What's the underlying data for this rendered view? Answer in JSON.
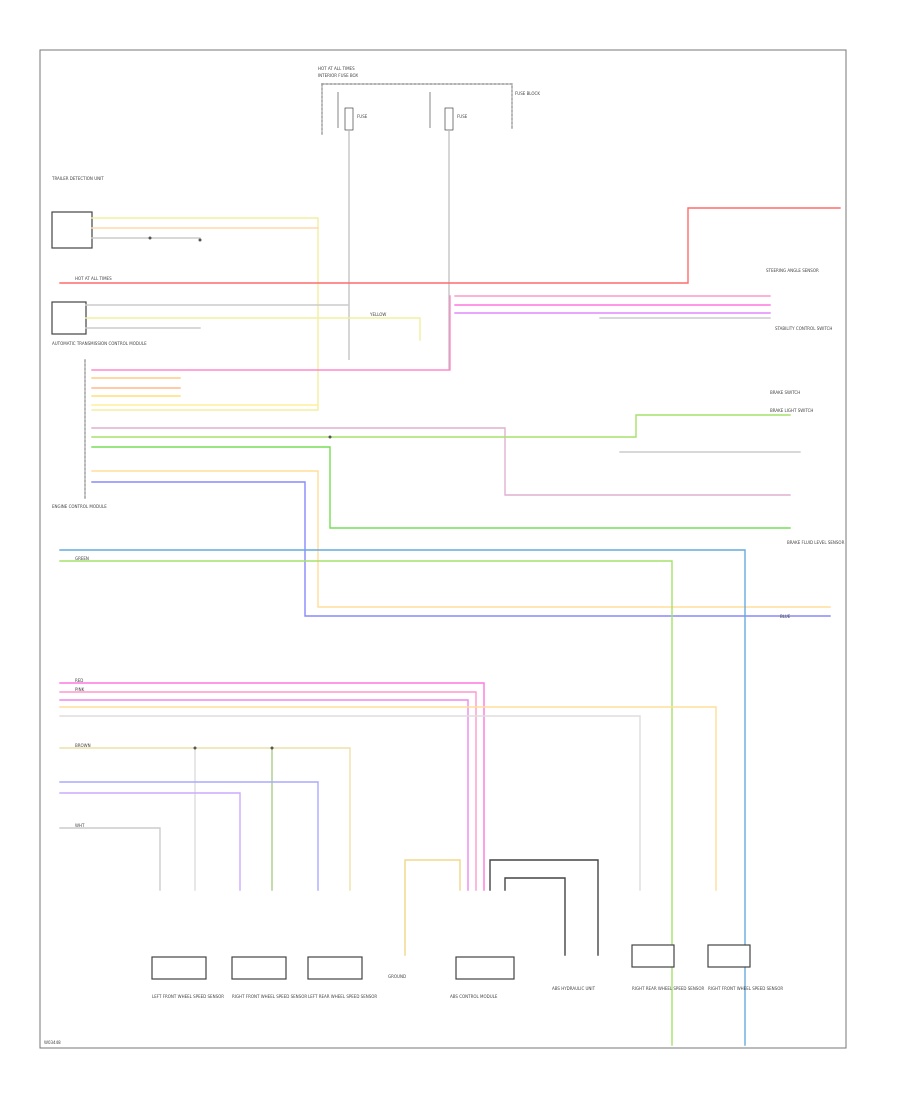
{
  "diagram": {
    "page_ref": "W03448",
    "power_label": "HOT AT ALL TIMES",
    "wire_labels": {
      "hot_at_all_times": "HOT AT ALL TIMES",
      "yellow": "YELLOW",
      "green": "GREEN",
      "brown": "BROWN",
      "blue": "BLUE",
      "red": "RED",
      "pink": "PINK",
      "wht": "WHT"
    },
    "components": {
      "interior_fuse_box": "INTERIOR FUSE BOX",
      "fuse_a": "FUSE",
      "fuse_b": "FUSE",
      "fuse_note": "FUSE BLOCK",
      "trailer_ecu": "TRAILER DETECTION UNIT",
      "auto_trans": "AUTOMATIC TRANSMISSION CONTROL MODULE",
      "engine_ecu": "ENGINE CONTROL MODULE",
      "steering_sensor": "STEERING ANGLE SENSOR",
      "brake_switch": "BRAKE SWITCH",
      "brake_light": "BRAKE LIGHT SWITCH",
      "brake_fluid": "BRAKE FLUID LEVEL SENSOR",
      "left_front_sensor": "LEFT FRONT WHEEL SPEED SENSOR",
      "right_front_sensor": "RIGHT FRONT WHEEL SPEED SENSOR",
      "left_rear_sensor": "LEFT REAR WHEEL SPEED SENSOR",
      "right_rear_sensor": "RIGHT REAR WHEEL SPEED SENSOR",
      "abs_module": "ABS CONTROL MODULE",
      "hydraulic_unit": "ABS HYDRAULIC UNIT",
      "ground": "GROUND",
      "stability": "STABILITY CONTROL SWITCH"
    }
  }
}
